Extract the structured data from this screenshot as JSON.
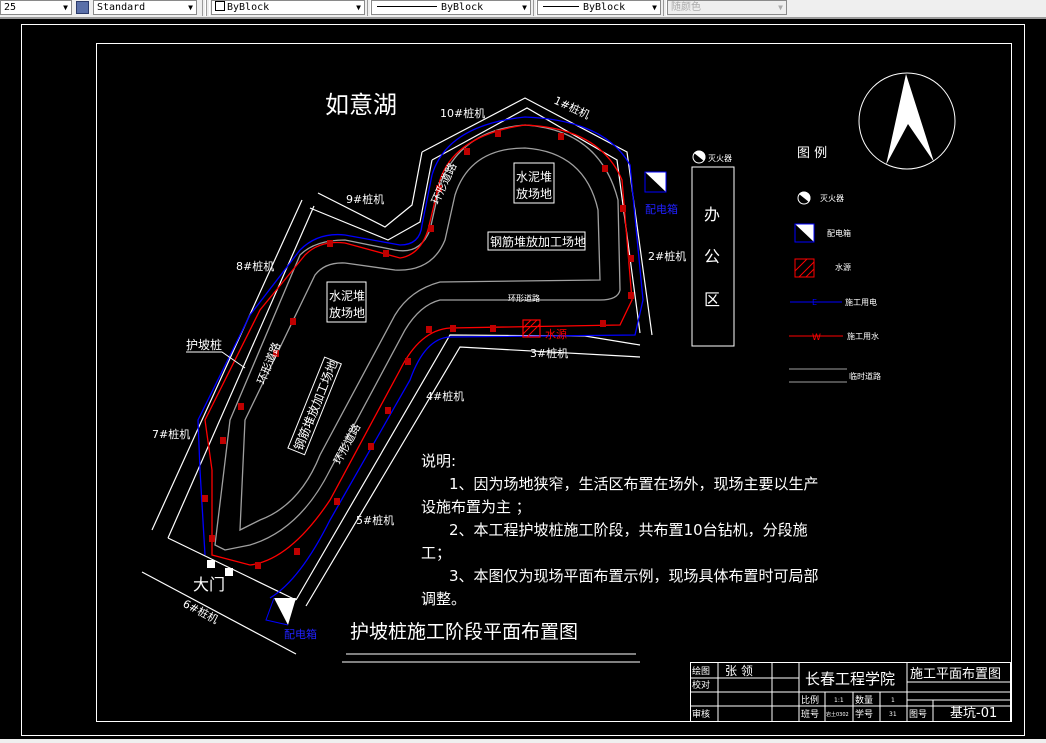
{
  "toolbar": {
    "dimstyle_value": "25",
    "tablestyle_value": "Standard",
    "color_value": "ByBlock",
    "linetype_value": "ByBlock",
    "lineweight_value": "ByBlock",
    "plotstyle_value": "随颜色"
  },
  "drawing": {
    "lake_label": "如意湖",
    "title": "护坡桩施工阶段平面布置图",
    "pile_rigs": [
      "1#桩机",
      "2#桩机",
      "3#桩机",
      "4#桩机",
      "5#桩机",
      "6#桩机",
      "7#桩机",
      "8#桩机",
      "9#桩机",
      "10#桩机"
    ],
    "areas": {
      "cement_top": [
        "水泥堆",
        "放场地"
      ],
      "cement_left": [
        "水泥堆",
        "放场地"
      ],
      "rebar_top": "钢筋堆放加工场地",
      "rebar_left": "钢筋堆放加工场地",
      "ring_road": "环形道路",
      "office": [
        "办",
        "公",
        "区"
      ]
    },
    "slope_pile_label": "护坡桩",
    "gate_label": "大门",
    "power_box_label": "配电箱",
    "water_source_label": "水源",
    "extinguisher_label": "灭火器"
  },
  "legend": {
    "title": "图 例",
    "items": [
      {
        "symbol": "extinguisher",
        "label": "灭火器"
      },
      {
        "symbol": "power-box",
        "label": "配电箱"
      },
      {
        "symbol": "water-source",
        "label": "水源"
      },
      {
        "symbol": "power-line",
        "marker": "E",
        "label": "施工用电",
        "color": "#0000ff"
      },
      {
        "symbol": "water-line",
        "marker": "W",
        "label": "施工用水",
        "color": "#ff0000"
      },
      {
        "symbol": "temp-road",
        "label": "临时道路",
        "color": "#a0a0a0"
      }
    ]
  },
  "notes": {
    "heading": "说明:",
    "lines": [
      "1、因为场地狭窄，生活区布置在场外，现场主要以生产",
      "设施布置为主 ；",
      "2、本工程护坡桩施工阶段，共布置10台钻机，分段施",
      "工；",
      "3、本图仅为现场平面布置示例，现场具体布置时可局部",
      "调整。"
    ]
  },
  "title_block": {
    "drawn_by_label": "绘图",
    "drawn_by": "张  领",
    "checked_label": "校对",
    "reviewed_label": "审核",
    "school": "长春工程学院",
    "drawing_name": "施工平面布置图",
    "scale_label": "比例",
    "scale": "1:1",
    "qty_label": "数量",
    "qty": "1",
    "class_label": "班号",
    "class_no": "岩土0302",
    "student_no_label": "学号",
    "student_no": "31",
    "drawing_no_label": "图号",
    "drawing_no": "基坑-01"
  },
  "colors": {
    "power": "#0000ff",
    "water": "#ff0000",
    "road": "#a0a0a0",
    "line": "#ffffff",
    "power_text": "#2020ff"
  }
}
